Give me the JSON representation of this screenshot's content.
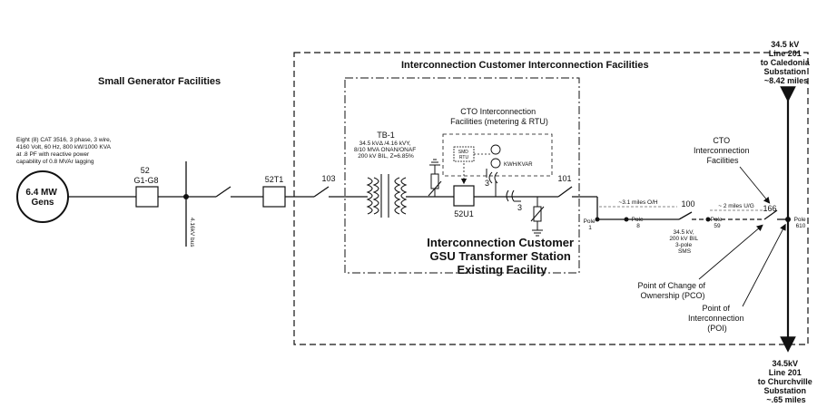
{
  "left_header": "Small Generator Facilities",
  "top_header": "Interconnection Customer Interconnection Facilities",
  "gen_desc": [
    "Eight (8) CAT 3516, 3 phase, 3 wire,",
    "4160 Volt, 60 Hz, 800 kW/1000 KVA",
    "at .8 PF with reactive power",
    "capability of 0.8 MVAr lagging"
  ],
  "gen_label": [
    "6.4 MW",
    "Gens"
  ],
  "breaker_52": [
    "52",
    "G1-G8"
  ],
  "bus_label": "4.16kV bus",
  "breaker_52t1": "52T1",
  "switch_103": "103",
  "tb1_name": "TB-1",
  "tb1_desc": [
    "34.5 kVΔ /4.16 kVY,",
    "8/10 MVA ONAN/ONAF",
    "200 kV BIL, Z=6.85%"
  ],
  "cto_facilities_inner": [
    "CTO Interconnection",
    "Facilities (metering & RTU)"
  ],
  "rtu_label": [
    "SMD",
    "RTU"
  ],
  "meter_label": "KWH/KVAR",
  "ct_label_a": "3",
  "ct_label_b": "3",
  "breaker_52u1": "52U1",
  "switch_101": "101",
  "station_label": [
    "Interconnection Customer",
    "GSU Transformer Station",
    "Existing Facility"
  ],
  "pole_1": [
    "Pole",
    "1"
  ],
  "pole_8": [
    "Pole",
    "8"
  ],
  "oh_label": "~3.1 miles O/H",
  "switch_100": "100",
  "switch_100_desc": [
    "34.5 kV,",
    "200 kV BIL",
    "3-pole",
    "SMS"
  ],
  "pole_59": [
    "Pole",
    "59"
  ],
  "ug_label": "~ 2 miles U/G",
  "cto_facilities_outer": [
    "CTO",
    "Interconnection",
    "Facilities"
  ],
  "switch_166": "166",
  "pole_610": [
    "Pole",
    "610"
  ],
  "line_top": [
    "34.5 kV",
    "Line 201",
    "to Caledonia",
    "Substation",
    "~8.42 miles"
  ],
  "line_bottom": [
    "34.5kV",
    "Line 201",
    "to Churchville",
    "Substation",
    "~.65 miles"
  ],
  "pco_label": [
    "Point of Change of",
    "Ownership (PCO)"
  ],
  "poi_label": [
    "Point of",
    "Interconnection",
    "(POI)"
  ]
}
